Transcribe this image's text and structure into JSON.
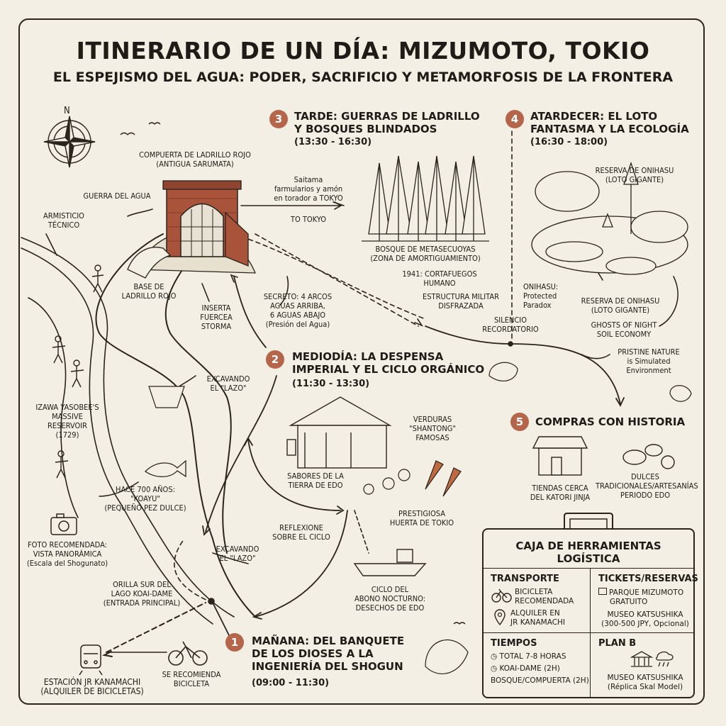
{
  "title": "ITINERARIO DE UN DÍA: MIZUMOTO, TOKIO",
  "subtitle": "EL ESPEJISMO DEL AGUA: PODER, SACRIFICIO Y METAMORFOSIS DE LA FRONTERA",
  "compass": {
    "label": "N",
    "icon": "compass-rose-icon"
  },
  "steps": [
    {
      "num": "1",
      "title": "MAÑANA: DEL BANQUETE DE LOS DIOSES A LA INGENIERÍA DEL SHOGUN",
      "line1": "MAÑANA: DEL BANQUETE",
      "line2": "DE LOS DIOSES A LA",
      "line3": "INGENIERÍA DEL SHOGUN",
      "time": "(09:00 - 11:30)"
    },
    {
      "num": "2",
      "line1": "MEDIODÍA: LA DESPENSA",
      "line2": "IMPERIAL Y EL CICLO ORGÁNICO",
      "time": "(11:30 - 13:30)"
    },
    {
      "num": "3",
      "line1": "TARDE: GUERRAS DE LADRILLO",
      "line2": "Y BOSQUES BLINDADOS",
      "time": "(13:30 - 16:30)"
    },
    {
      "num": "4",
      "line1": "ATARDECER: EL LOTO",
      "line2": "FANTASMA Y LA ECOLOGÍA",
      "time": "(16:30 - 18:00)"
    },
    {
      "num": "5",
      "line1": "COMPRAS CON HISTORIA"
    }
  ],
  "labels": {
    "gate": [
      "COMPUERTA DE LADRILLO ROJO",
      "(ANTIGUA SARUMATA)"
    ],
    "water_war": "GUERRA DEL AGUA",
    "armistice": [
      "ARMISTICIO",
      "TÉCNICO"
    ],
    "brick_base": [
      "BASE DE",
      "LADRILLO ROJO"
    ],
    "storm": [
      "INSERTA",
      "FUERCEA",
      "STORMA"
    ],
    "secret": [
      "SECRETO: 4 ARCOS",
      "AGUAS ARRIBA,",
      "6 AGUAS ABAJO",
      "(Presión del Agua)"
    ],
    "saitama": [
      "Saitama",
      "farmularios y amón",
      "en torador a TOKYO"
    ],
    "to_tokyo": "TO TOKYO",
    "metasequoia": [
      "BOSQUE DE METASECUOYAS",
      "(ZONA DE AMORTIGUAMIENTO)"
    ],
    "firebreak": [
      "1941: CORTAFUEGOS",
      "HUMANO"
    ],
    "military": [
      "ESTRUCTURA MILITAR",
      "DISFRAZADA"
    ],
    "silence": [
      "SILENCIO",
      "RECORDATORIO"
    ],
    "onihasu_top": [
      "RESERVA DE ONIHASU",
      "(LOTO GIGANTE)"
    ],
    "onihasu_protected": [
      "ONIHASU:",
      "Protected",
      "Paradox"
    ],
    "onihasu_bottom": [
      "RESERVA DE ONIHASU",
      "(LOTO GIGANTE)"
    ],
    "ghosts": [
      "GHOSTS OF NIGHT",
      "SOIL ECONOMY"
    ],
    "pristine": [
      "PRISTINE NATURE",
      "is Simulated",
      "Environment"
    ],
    "excavating1": [
      "EXCAVANDO",
      "EL \"LAZO\""
    ],
    "izawa": [
      "IZAWA YASOBEE'S",
      "MASSIVE",
      "RESERVOIR",
      "(1729)"
    ],
    "koayu": [
      "HACE 700 AÑOS:",
      "\"KOAYU\"",
      "(PEQUEÑO PEZ DULCE)"
    ],
    "photo": [
      "FOTO RECOMENDADA:",
      "VISTA PANORÁMICA",
      "(Escala del Shogunato)"
    ],
    "excavating2": [
      "EXCAVANDO",
      "EL \"LAZO\""
    ],
    "reflect": [
      "REFLEXIONE",
      "SOBRE EL CICLO"
    ],
    "south_shore": [
      "ORILLA SUR DEL",
      "LAGO KOAI-DAME",
      "(ENTRADA PRINCIPAL)"
    ],
    "station": [
      "ESTACIÓN JR KANAMACHI",
      "(ALQUILER DE BICICLETAS)"
    ],
    "bike_rec": [
      "SE RECOMIENDA",
      "BICICLETA"
    ],
    "edo_flavors": [
      "SABORES DE LA",
      "TIERRA DE EDO"
    ],
    "vegetables": [
      "VERDURAS",
      "\"SHANTONG\"",
      "FAMOSAS"
    ],
    "garden": [
      "PRESTIGIOSA",
      "HUERTA DE TOKIO"
    ],
    "night_cycle": [
      "CICLO DEL",
      "ABONO NOCTURNO:",
      "DESECHOS DE EDO"
    ],
    "shops": [
      "TIENDAS CERCA",
      "DEL KATORI JINJA"
    ],
    "sweets": [
      "DULCES",
      "TRADICIONALES/ARTESANÍAS",
      "PERIODO EDO"
    ]
  },
  "toolbox": {
    "title": [
      "CAJA DE HERRAMIENTAS",
      "LOGÍSTICA"
    ],
    "transport": {
      "heading": "TRANSPORTE",
      "bike": [
        "BICICLETA",
        "RECOMENDADA"
      ],
      "rental": [
        "ALQUILER EN",
        "JR KANAMACHI"
      ]
    },
    "tickets": {
      "heading": "TICKETS/RESERVAS",
      "park": [
        "PARQUE MIZUMOTO",
        "GRATUITO"
      ],
      "museum": [
        "MUSEO KATSUSHIKA",
        "(300-500 JPY, Opcional)"
      ]
    },
    "times": {
      "heading": "TIEMPOS",
      "total": "TOTAL 7-8 HORAS",
      "koai": "KOAI-DAME (2H)",
      "forest": "BOSQUE/COMPUERTA (2H)"
    },
    "planb": {
      "heading": "PLAN B",
      "museum": [
        "MUSEO KATSUSHIKA",
        "(Réplica Skal Model)"
      ]
    }
  },
  "colors": {
    "accent": "#b5654a",
    "ink": "#2a241d",
    "paper": "#f3efe4",
    "brick": "#a8533a"
  }
}
